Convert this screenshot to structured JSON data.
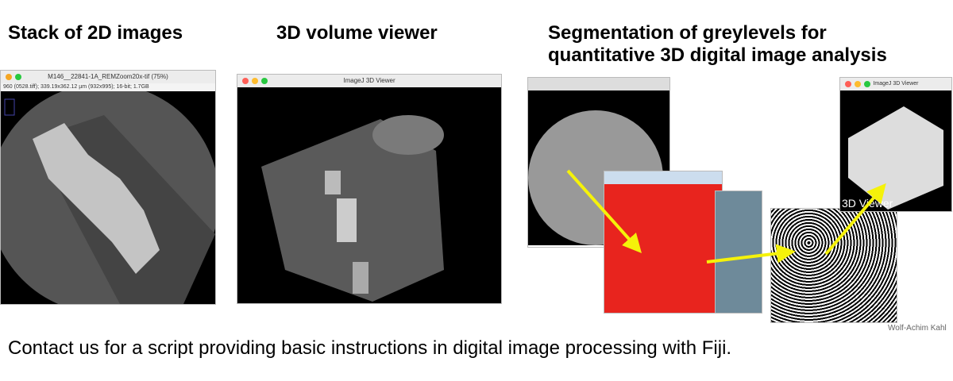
{
  "headings": {
    "stack": "Stack of 2D images",
    "volume": "3D volume viewer",
    "seg_line1": "Segmentation of greylevels for",
    "seg_line2": "quantitative 3D digital image analysis"
  },
  "window1": {
    "title": "M146__22841-1A_REMZoom20x-tif (75%)",
    "info": "960 (0528.tiff); 339.19x362.12 µm (932x995); 16-bit; 1.7GB"
  },
  "window2": {
    "title": "ImageJ 3D Viewer"
  },
  "window3": {
    "title": "ImageJ 3D Viewer",
    "overlay_label": "3D Viewer"
  },
  "footer": "Contact us for a script providing basic instructions in digital image processing with Fiji.",
  "credit": "Wolf-Achim Kahl",
  "colors": {
    "threshold_red": "#e8241e",
    "arrow_yellow": "#f5f20a"
  }
}
